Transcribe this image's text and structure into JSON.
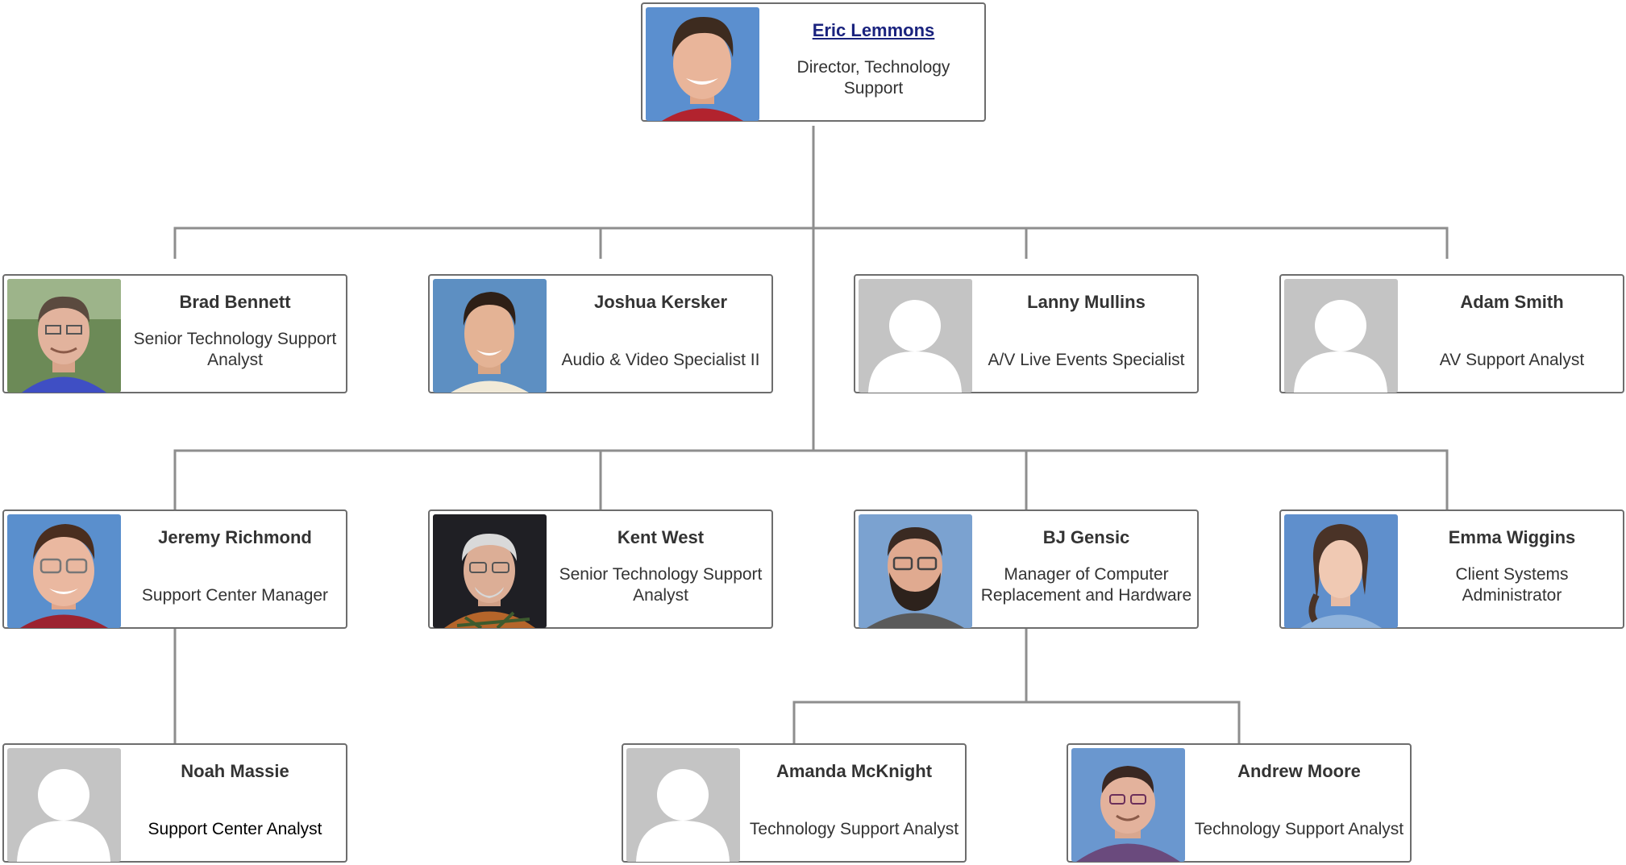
{
  "colors": {
    "border": "#6d6d6d",
    "connector": "#8e8e8e",
    "link": "#1a237e",
    "placeholder_bg": "#c4c4c4",
    "placeholder_fg": "#ffffff"
  },
  "people": {
    "eric": {
      "name": "Eric Lemmons",
      "title": "Director, Technology Support",
      "photo": "portrait-photo",
      "is_link": true
    },
    "brad": {
      "name": "Brad Bennett",
      "title": "Senior Technology Support Analyst",
      "photo": "portrait-photo"
    },
    "joshua": {
      "name": "Joshua Kersker",
      "title": "Audio & Video Specialist II",
      "photo": "portrait-photo"
    },
    "lanny": {
      "name": "Lanny Mullins",
      "title": "A/V Live Events Specialist",
      "photo": "placeholder-avatar-icon"
    },
    "adam": {
      "name": "Adam Smith",
      "title": "AV Support Analyst",
      "photo": "placeholder-avatar-icon"
    },
    "jeremy": {
      "name": "Jeremy Richmond",
      "title": "Support Center Manager",
      "photo": "portrait-photo"
    },
    "kent": {
      "name": "Kent West",
      "title": "Senior Technology Support Analyst",
      "photo": "portrait-photo"
    },
    "bj": {
      "name": "BJ Gensic",
      "title": "Manager of Computer Replacement and Hardware",
      "photo": "portrait-photo"
    },
    "emma": {
      "name": "Emma Wiggins",
      "title": "Client Systems Administrator",
      "photo": "portrait-photo"
    },
    "noah": {
      "name": "Noah Massie",
      "title": "Support Center Analyst",
      "photo": "placeholder-avatar-icon"
    },
    "amanda": {
      "name": "Amanda McKnight",
      "title": "Technology Support Analyst",
      "photo": "placeholder-avatar-icon"
    },
    "andrew": {
      "name": "Andrew Moore",
      "title": "Technology Support Analyst",
      "photo": "portrait-photo"
    }
  },
  "reporting": {
    "eric": [
      "brad",
      "joshua",
      "lanny",
      "adam",
      "jeremy",
      "kent",
      "bj",
      "emma"
    ],
    "jeremy": [
      "noah"
    ],
    "bj": [
      "amanda",
      "andrew"
    ]
  }
}
